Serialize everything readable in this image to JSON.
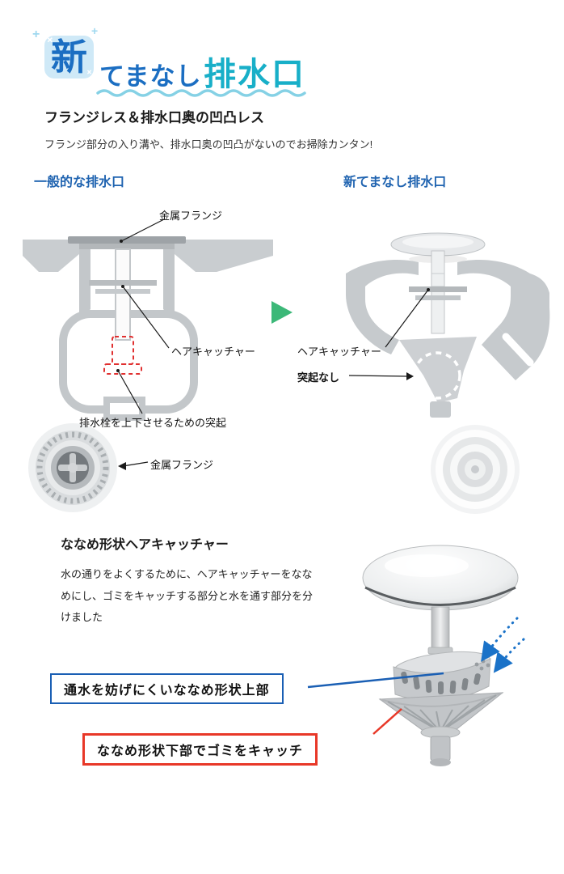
{
  "logo": {
    "shin": "新",
    "temanashi": "てまなし",
    "haisuiko": "排水口"
  },
  "flangeless_section": {
    "heading": "フランジレス＆排水口奥の凹凸レス",
    "description": "フランジ部分の入り溝や、排水口奥の凹凸がないのでお掃除カンタン!",
    "general": {
      "title": "一般的な排水口",
      "label_metal_flange": "金属フランジ",
      "label_hair_catcher": "ヘアキャッチャー",
      "label_protrusion": "排水栓を上下させるための突起",
      "label_photo_metal_flange": "金属フランジ"
    },
    "temanashi": {
      "title": "新てまなし排水口",
      "label_hair_catcher": "ヘアキャッチャー",
      "label_no_protrusion": "突起なし"
    }
  },
  "slant_section": {
    "heading": "ななめ形状ヘアキャッチャー",
    "description": "水の通りをよくするために、ヘアキャッチャーをななめにし、ゴミをキャッチする部分と水を通す部分を分けました",
    "callout_upper": "通水を妨げにくいななめ形状上部",
    "callout_lower": "ななめ形状下部でゴミをキャッチ"
  },
  "colors": {
    "brand_blue": "#1b6ec2",
    "brand_teal": "#18afc8",
    "title_blue": "#1f63b0",
    "arrow_green": "#3cb878",
    "callout_blue": "#1a5fb4",
    "callout_red": "#e83828",
    "protrusion_red": "#e03030"
  }
}
